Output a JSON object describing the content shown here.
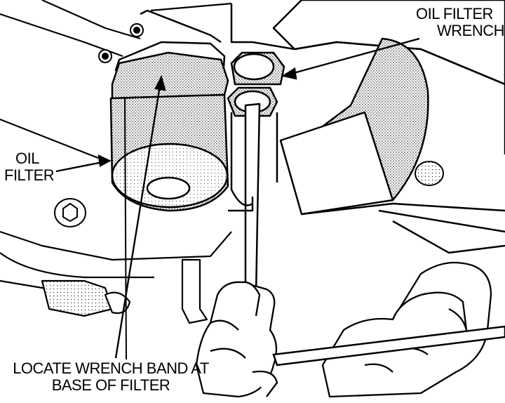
{
  "labels": {
    "oil_filter_wrench": [
      "OIL FILTER",
      "WRENCH"
    ],
    "oil_filter": [
      "OIL",
      "FILTER"
    ],
    "wrench_band": [
      "LOCATE WRENCH BAND AT",
      "BASE OF FILTER"
    ]
  },
  "colors": {
    "ink": "#000000",
    "paper": "#ffffff",
    "shade": "#b5b5b5"
  }
}
